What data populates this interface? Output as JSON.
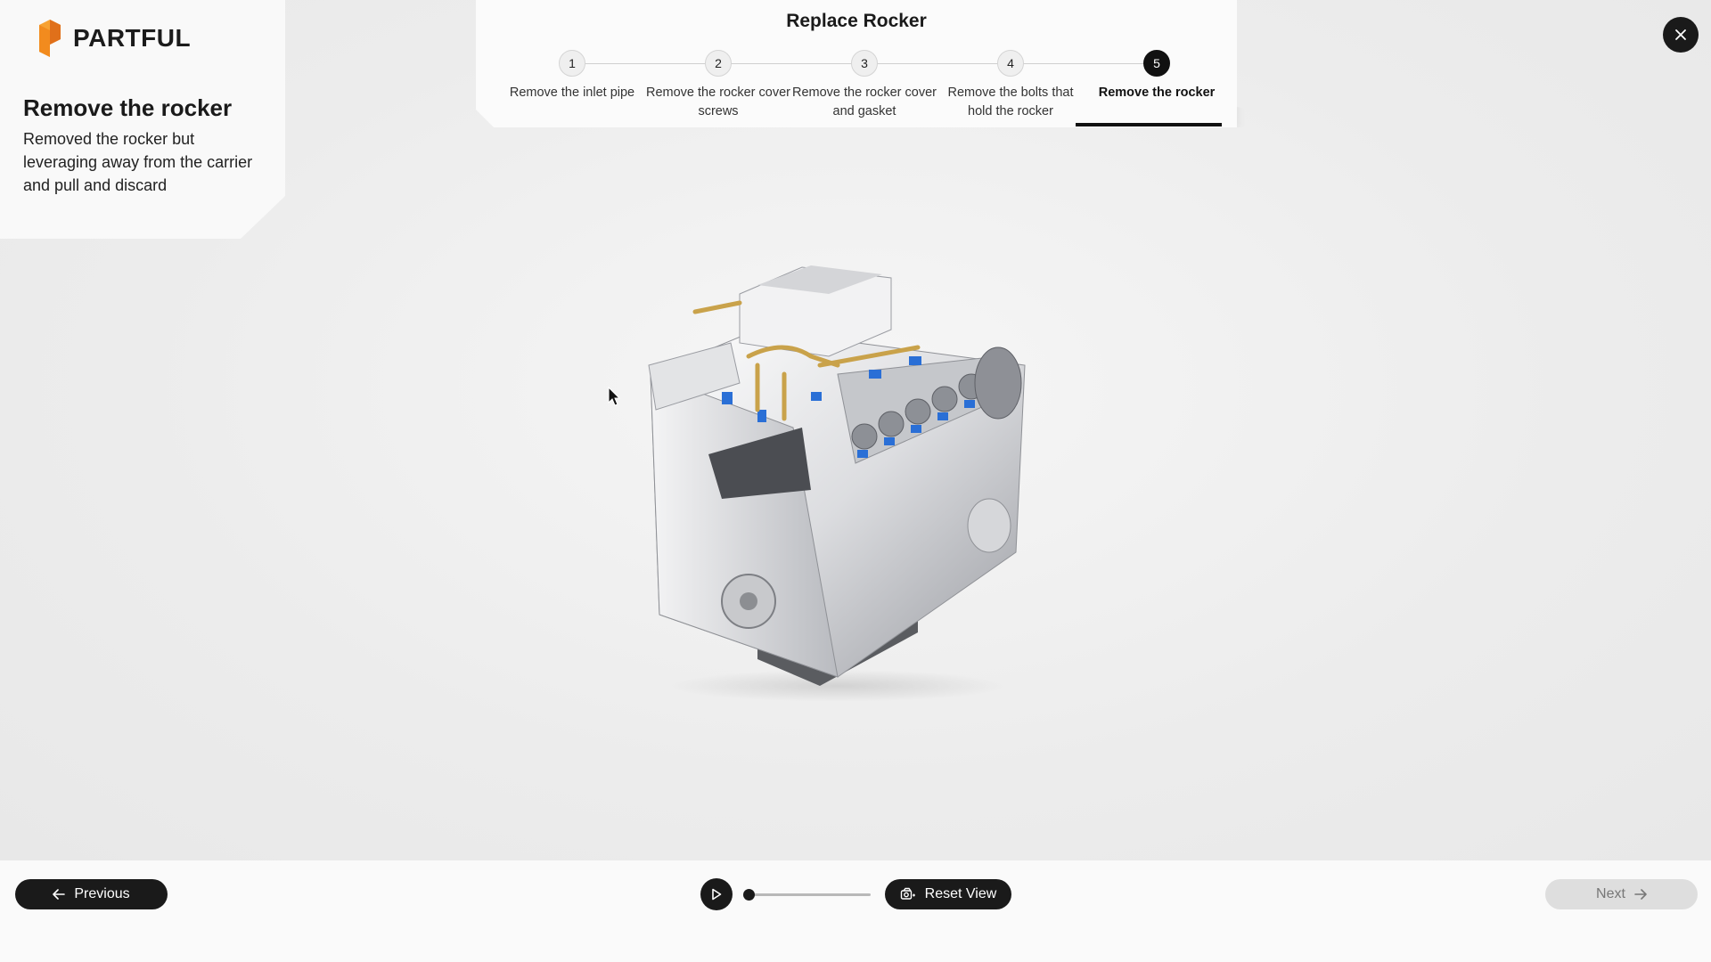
{
  "brand": {
    "name": "PARTFUL",
    "logo_icon": "partful-logo-icon",
    "logo_color": "#f5891f"
  },
  "info": {
    "title": "Remove the rocker",
    "description": "Removed the rocker but leveraging away from the carrier and pull and discard"
  },
  "procedure": {
    "title": "Replace Rocker",
    "active_step": 5,
    "steps": [
      {
        "number": "1",
        "label": "Remove the inlet pipe"
      },
      {
        "number": "2",
        "label": "Remove the rocker cover screws"
      },
      {
        "number": "3",
        "label": "Remove the rocker cover and gasket"
      },
      {
        "number": "4",
        "label": "Remove the bolts that hold the rocker"
      },
      {
        "number": "5",
        "label": "Remove the rocker"
      }
    ]
  },
  "controls": {
    "previous_label": "Previous",
    "next_label": "Next",
    "reset_label": "Reset View",
    "animation_progress": 0.0
  },
  "icons": {
    "close": "close-icon",
    "previous": "arrow-left-icon",
    "next": "arrow-right-icon",
    "play": "play-icon",
    "reset": "reset-view-icon"
  },
  "colors": {
    "accent": "#1a1a1a",
    "disabled": "#dedede",
    "engine_blue": "#2a6fd6",
    "engine_brass": "#c9a24a"
  }
}
